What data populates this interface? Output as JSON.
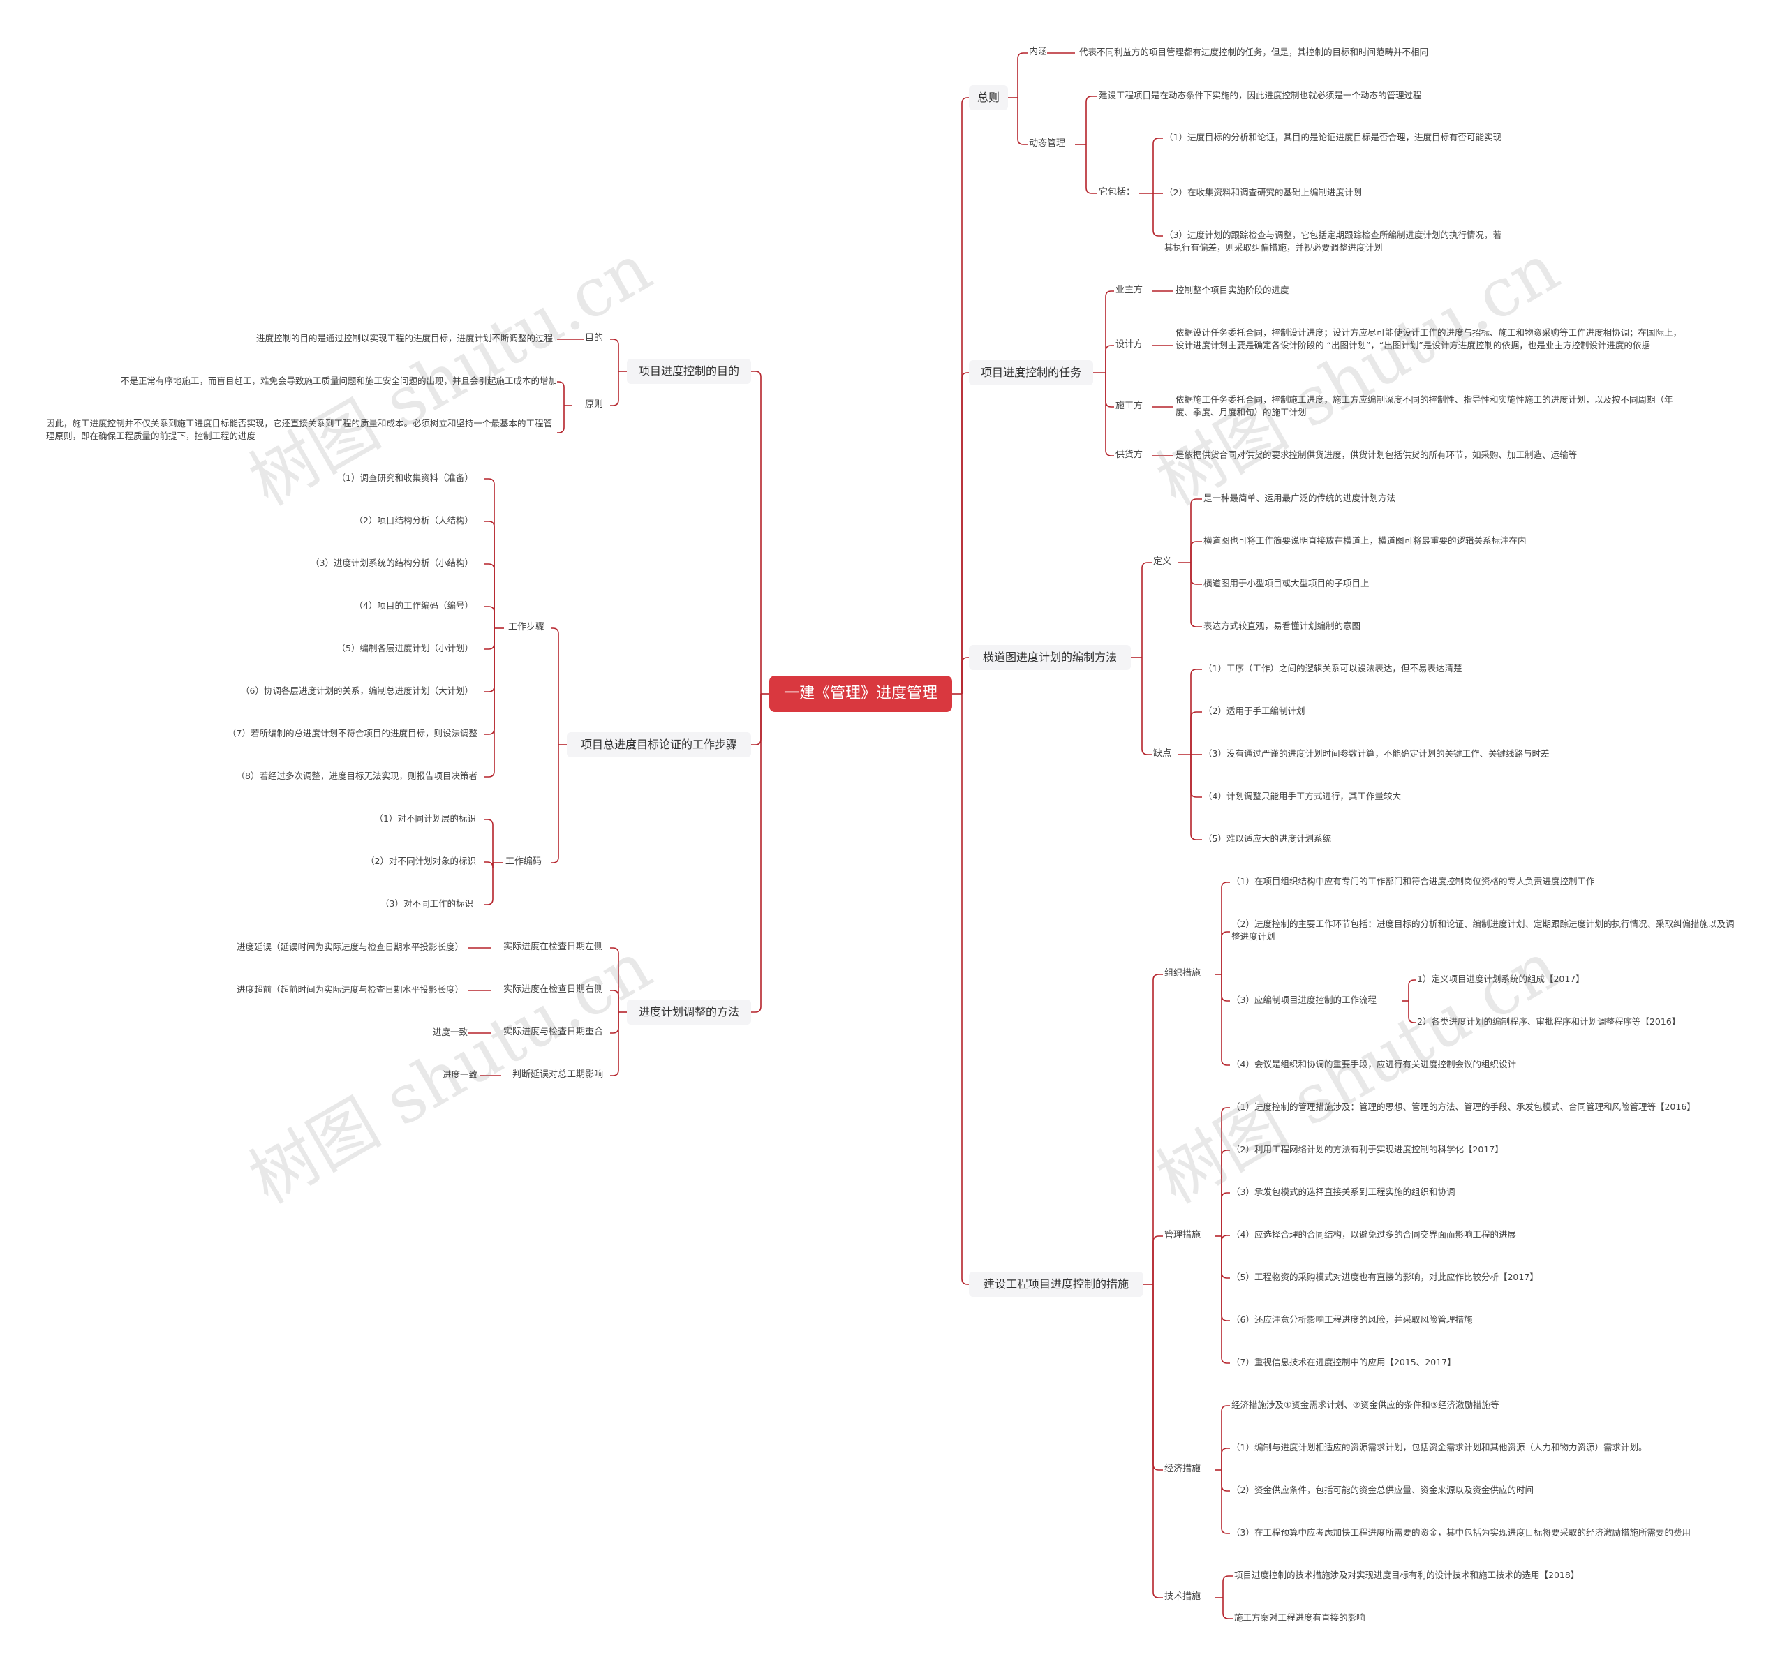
{
  "root": "一建《管理》进度管理",
  "watermark": "树图 shutu.cn",
  "branches": {
    "zongze": {
      "label": "总则",
      "neihan": {
        "label": "内涵",
        "text": "代表不同利益方的项目管理都有进度控制的任务，但是，其控制的目标和时间范畴并不相同"
      },
      "dongtai": {
        "label": "动态管理",
        "text": "建设工程项目是在动态条件下实施的，因此进度控制也就必须是一个动态的管理过程",
        "baokuo": {
          "label": "它包括：",
          "items": [
            "（1）进度目标的分析和论证，其目的是论证进度目标是否合理，进度目标有否可能实现",
            "（2）在收集资料和调查研究的基础上编制进度计划",
            "（3）进度计划的跟踪检查与调整，它包括定期跟踪检查所编制进度计划的执行情况，若其执行有偏差，则采取纠偏措施，并视必要调整进度计划"
          ]
        }
      }
    },
    "renwu": {
      "label": "项目进度控制的任务",
      "items": [
        {
          "label": "业主方",
          "text": "控制整个项目实施阶段的进度"
        },
        {
          "label": "设计方",
          "text": "依据设计任务委托合同，控制设计进度；设计方应尽可能使设计工作的进度与招标、施工和物资采购等工作进度相协调；在国际上，设计进度计划主要是确定各设计阶段的 “出图计划”，“出图计划”是设计方进度控制的依据，也是业主方控制设计进度的依据"
        },
        {
          "label": "施工方",
          "text": "依据施工任务委托合同，控制施工进度，施工方应编制深度不同的控制性、指导性和实施性施工的进度计划，以及按不同周期（年度、季度、月度和旬）的施工计划"
        },
        {
          "label": "供货方",
          "text": "是依据供货合同对供货的要求控制供货进度，供货计划包括供货的所有环节，如采购、加工制造、运输等"
        }
      ]
    },
    "hengdao": {
      "label": "横道图进度计划的编制方法",
      "dingyi": {
        "label": "定义",
        "items": [
          "是一种最简单、运用最广泛的传统的进度计划方法",
          "横道图也可将工作简要说明直接放在横道上，横道图可将最重要的逻辑关系标注在内",
          "横道图用于小型项目或大型项目的子项目上",
          "表达方式较直观，易看懂计划编制的意图"
        ]
      },
      "quedian": {
        "label": "缺点",
        "items": [
          "（1）工序（工作）之间的逻辑关系可以设法表达，但不易表达清楚",
          "（2）适用于手工编制计划",
          "（3）没有通过严谨的进度计划时间参数计算，不能确定计划的关键工作、关键线路与时差",
          "（4）计划调整只能用手工方式进行，其工作量较大",
          "（5）难以适应大的进度计划系统"
        ]
      }
    },
    "cuoshi": {
      "label": "建设工程项目进度控制的措施",
      "zuzhi": {
        "label": "组织措施",
        "items": [
          "（1）在项目组织结构中应有专门的工作部门和符合进度控制岗位资格的专人负责进度控制工作",
          "（2）进度控制的主要工作环节包括：进度目标的分析和论证、编制进度计划、定期跟踪进度计划的执行情况、采取纠偏措施以及调整进度计划",
          "（3）应编制项目进度控制的工作流程",
          "（4）会议是组织和协调的重要手段，应进行有关进度控制会议的组织设计"
        ],
        "sub3": [
          "1）定义项目进度计划系统的组成【2017】",
          "2）各类进度计划的编制程序、审批程序和计划调整程序等【2016】"
        ]
      },
      "guanli": {
        "label": "管理措施",
        "items": [
          "（1）进度控制的管理措施涉及：管理的思想、管理的方法、管理的手段、承发包模式、合同管理和风险管理等【2016】",
          "（2）利用工程网络计划的方法有利于实现进度控制的科学化【2017】",
          "（3）承发包模式的选择直接关系到工程实施的组织和协调",
          "（4）应选择合理的合同结构，以避免过多的合同交界面而影响工程的进展",
          "（5）工程物资的采购模式对进度也有直接的影响，对此应作比较分析【2017】",
          "（6）还应注意分析影响工程进度的风险，并采取风险管理措施",
          "（7）重视信息技术在进度控制中的应用【2015、2017】"
        ]
      },
      "jingji": {
        "label": "经济措施",
        "items": [
          "经济措施涉及①资金需求计划、②资金供应的条件和③经济激励措施等",
          "（1）编制与进度计划相适应的资源需求计划，包括资金需求计划和其他资源（人力和物力资源）需求计划。",
          "（2）资金供应条件，包括可能的资金总供应量、资金来源以及资金供应的时间",
          "（3）在工程预算中应考虑加快工程进度所需要的资金，其中包括为实现进度目标将要采取的经济激励措施所需要的费用"
        ]
      },
      "jishu": {
        "label": "技术措施",
        "items": [
          "项目进度控制的技术措施涉及对实现进度目标有利的设计技术和施工技术的选用【2018】",
          "施工方案对工程进度有直接的影响"
        ]
      }
    },
    "mudi": {
      "label": "项目进度控制的目的",
      "mudi": {
        "label": "目的",
        "text": "进度控制的目的是通过控制以实现工程的进度目标，进度计划不断调整的过程"
      },
      "yuanze": {
        "label": "原则",
        "items": [
          "不是正常有序地施工，而盲目赶工，难免会导致施工质量问题和施工安全问题的出现，并且会引起施工成本的增加",
          "因此，施工进度控制并不仅关系到施工进度目标能否实现，它还直接关系到工程的质量和成本。必须树立和坚持一个最基本的工程管理原则，即在确保工程质量的前提下，控制工程的进度"
        ]
      }
    },
    "buzhou": {
      "label": "项目总进度目标论证的工作步骤",
      "gongzuo": {
        "label": "工作步骤",
        "items": [
          "（1）调查研究和收集资料（准备）",
          "（2）项目结构分析（大结构）",
          "（3）进度计划系统的结构分析（小结构）",
          "（4）项目的工作编码（编号）",
          "（5）编制各层进度计划（小计划）",
          "（6）协调各层进度计划的关系，编制总进度计划（大计划）",
          "（7）若所编制的总进度计划不符合项目的进度目标，则设法调整",
          "（8）若经过多次调整，进度目标无法实现，则报告项目决策者"
        ]
      },
      "bianma": {
        "label": "工作编码",
        "items": [
          "（1）对不同计划层的标识",
          "（2）对不同计划对象的标识",
          "（3）对不同工作的标识"
        ]
      }
    },
    "tiaozheng": {
      "label": "进度计划调整的方法",
      "items": [
        {
          "label": "实际进度在检查日期左侧",
          "text": "进度延误（延误时间为实际进度与检查日期水平投影长度）"
        },
        {
          "label": "实际进度在检查日期右侧",
          "text": "进度超前（超前时间为实际进度与检查日期水平投影长度）"
        },
        {
          "label": "实际进度与检查日期重合",
          "text": "进度一致"
        },
        {
          "label": "判断延误对总工期影响",
          "text": "进度一致"
        }
      ]
    }
  }
}
